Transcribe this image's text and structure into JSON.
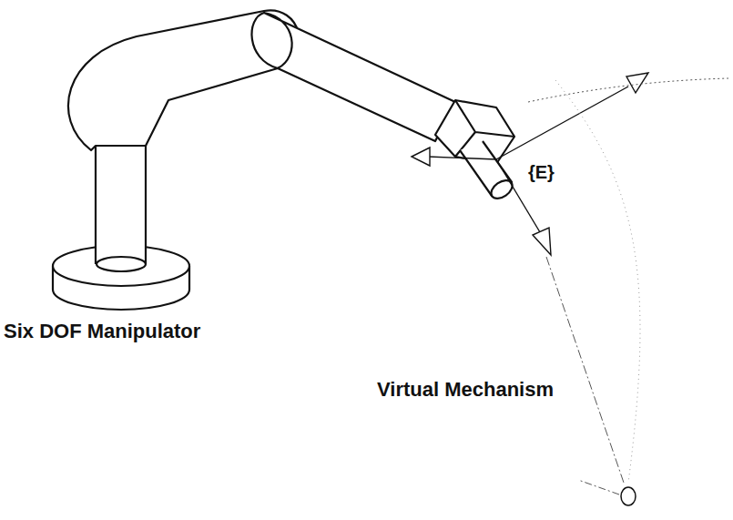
{
  "diagram": {
    "labels": [
      "{E}",
      "Six DOF Manipulator",
      "Virtual Mechanism"
    ]
  }
}
